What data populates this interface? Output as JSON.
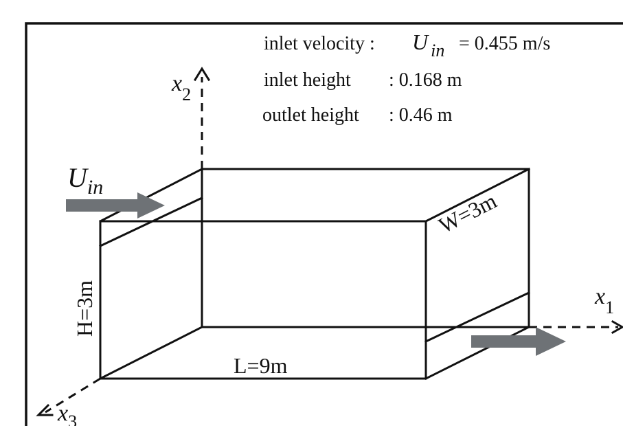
{
  "parameters": {
    "inlet_velocity": {
      "label": "inlet velocity :",
      "symbol": "U",
      "symbol_sub": "in",
      "value": "= 0.455 m/s"
    },
    "inlet_height": {
      "label": "inlet height",
      "value": ":  0.168 m"
    },
    "outlet_height": {
      "label": "outlet height",
      "value": ":  0.46 m"
    }
  },
  "axes": {
    "x1": {
      "symbol": "x",
      "sub": "1"
    },
    "x2": {
      "symbol": "x",
      "sub": "2"
    },
    "x3": {
      "symbol": "x",
      "sub": "3"
    }
  },
  "dimensions": {
    "height": "H=3m",
    "length": "L=9m",
    "width": "W=3m"
  },
  "inlet_label": {
    "symbol": "U",
    "sub": "in"
  },
  "colors": {
    "line": "#111111",
    "arrow": "#6e7276",
    "background": "#ffffff"
  }
}
